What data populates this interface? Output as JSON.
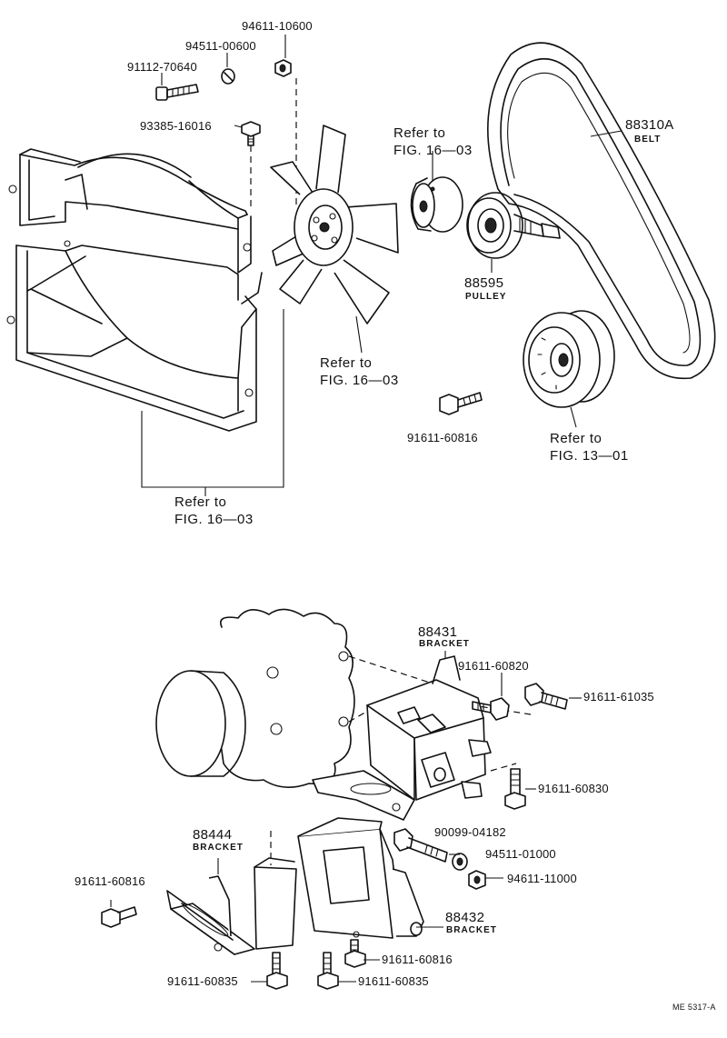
{
  "top_section": {
    "part_94611_10600": "94611-10600",
    "part_94511_00600": "94511-00600",
    "part_91112_70640": "91112-70640",
    "part_93385_16016": "93385-16016",
    "ref_fan_hub": {
      "line1": "Refer to",
      "line2": "FIG. 16—03"
    },
    "ref_fan": {
      "line1": "Refer to",
      "line2": "FIG. 16—03"
    },
    "ref_shroud": {
      "line1": "Refer to",
      "line2": "FIG. 16—03"
    },
    "ref_crank_pulley": {
      "line1": "Refer to",
      "line2": "FIG. 13—01"
    },
    "belt": {
      "number": "88310A",
      "name": "BELT"
    },
    "pulley": {
      "number": "88595",
      "name": "PULLEY"
    },
    "part_91611_60816_top": "91611-60816"
  },
  "bottom_section": {
    "bracket_88431": {
      "number": "88431",
      "name": "BRACKET"
    },
    "bracket_88444": {
      "number": "88444",
      "name": "BRACKET"
    },
    "bracket_88432": {
      "number": "88432",
      "name": "BRACKET"
    },
    "part_91611_60820": "91611-60820",
    "part_91611_61035": "91611-61035",
    "part_91611_60830": "91611-60830",
    "part_90099_04182": "90099-04182",
    "part_94511_01000": "94511-01000",
    "part_94611_11000": "94611-11000",
    "part_91611_60816_left": "91611-60816",
    "part_91611_60816_bottom": "91611-60816",
    "part_91611_60835_left": "91611-60835",
    "part_91611_60835_right": "91611-60835"
  },
  "footer": {
    "code": "ME 5317-A"
  },
  "colors": {
    "ink": "#111111",
    "paper": "#ffffff"
  }
}
